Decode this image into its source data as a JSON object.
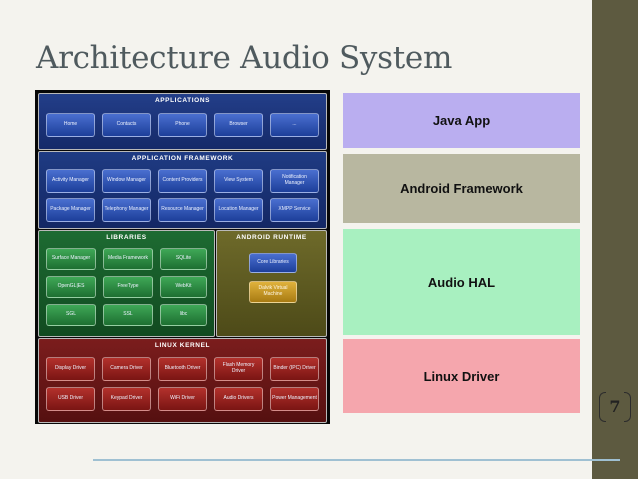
{
  "slide": {
    "title": "Architecture Audio System",
    "page_number": "7"
  },
  "diagram": {
    "applications": {
      "title": "APPLICATIONS",
      "items": [
        "Home",
        "Contacts",
        "Phone",
        "Browser",
        "..."
      ]
    },
    "framework": {
      "title": "APPLICATION FRAMEWORK",
      "row1": [
        "Activity Manager",
        "Window Manager",
        "Content Providers",
        "View System",
        "Notification Manager"
      ],
      "row2": [
        "Package Manager",
        "Telephony Manager",
        "Resource Manager",
        "Location Manager",
        "XMPP Service"
      ]
    },
    "libraries": {
      "title": "LIBRARIES",
      "items": [
        "Surface Manager",
        "Media Framework",
        "SQLite",
        "OpenGL|ES",
        "FreeType",
        "WebKit",
        "SGL",
        "SSL",
        "libc"
      ]
    },
    "runtime": {
      "title": "ANDROID RUNTIME",
      "items": [
        "Core Libraries",
        "Dalvik Virtual Machine"
      ]
    },
    "kernel": {
      "title": "LINUX KERNEL",
      "row1": [
        "Display Driver",
        "Camera Driver",
        "Bluetooth Driver",
        "Flash Memory Driver",
        "Binder (IPC) Driver"
      ],
      "row2": [
        "USB Driver",
        "Keypad Driver",
        "WiFi Driver",
        "Audio Drivers",
        "Power Management"
      ]
    }
  },
  "stack": [
    {
      "label": "Java App",
      "color": "#baaef0"
    },
    {
      "label": "Android Framework",
      "color": "#b8b7a0"
    },
    {
      "label": "Audio HAL",
      "color": "#a8f0c0"
    },
    {
      "label": "Linux Driver",
      "color": "#f5a6ad"
    }
  ],
  "colors": {
    "sidebar": "#5d5a40",
    "title": "#4f5a5e",
    "footer_line": "#9fc0d2"
  }
}
